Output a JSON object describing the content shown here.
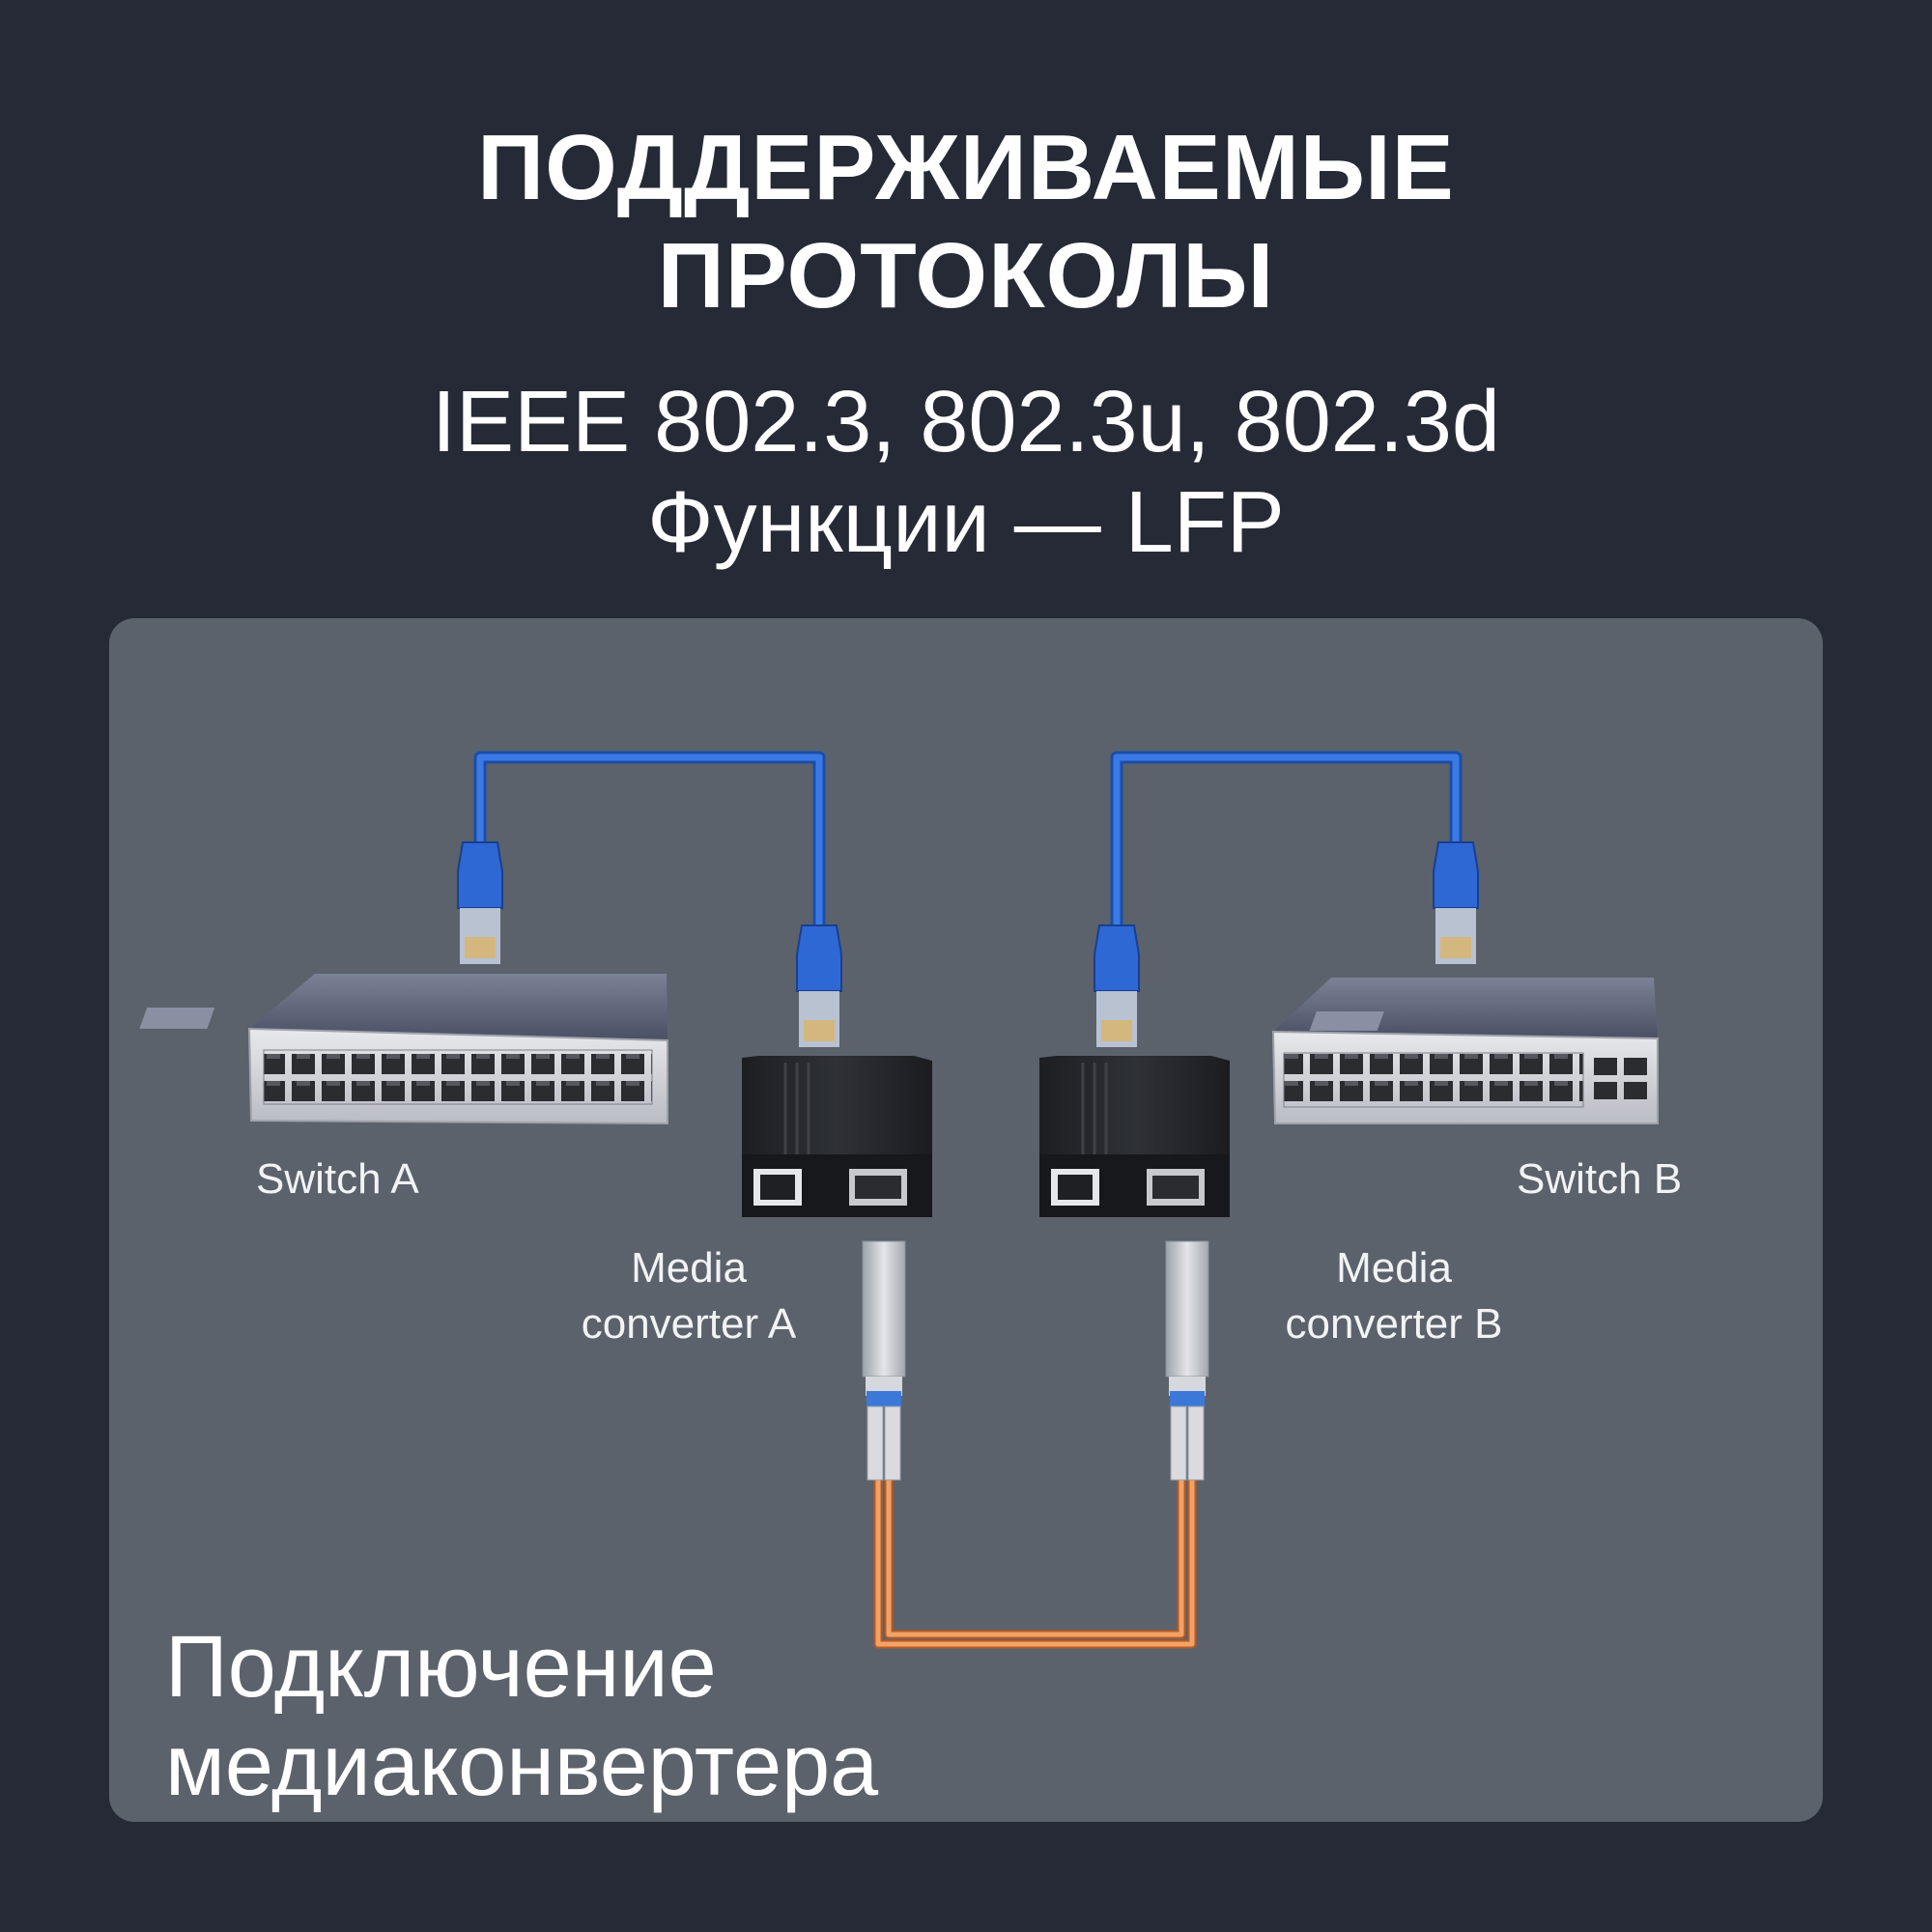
{
  "title": {
    "line1": "ПОДДЕРЖИВАЕМЫЕ",
    "line2": "ПРОТОКОЛЫ"
  },
  "subtitle": {
    "line1": "IEEE 802.3, 802.3u, 802.3d",
    "line2": "Функции — LFP"
  },
  "diagram": {
    "switch_a": "Switch A",
    "switch_b": "Switch B",
    "converter_a_line1": "Media",
    "converter_a_line2": "converter A",
    "converter_b_line1": "Media",
    "converter_b_line2": "converter B"
  },
  "caption": {
    "line1": "Подключение",
    "line2": "медиаконвертера"
  },
  "colors": {
    "background": "#252a36",
    "panel": "#5b626c",
    "ethernet_cable": "#2e6ad6",
    "fiber_cable": "#e9874a"
  }
}
